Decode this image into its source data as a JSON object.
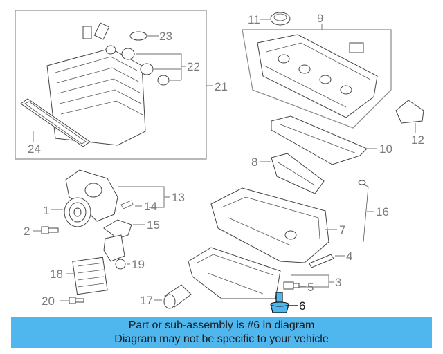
{
  "callouts": {
    "c1": "1",
    "c2": "2",
    "c3": "3",
    "c4": "4",
    "c5": "5",
    "c6": "6",
    "c7": "7",
    "c8": "8",
    "c9": "9",
    "c10": "10",
    "c11": "11",
    "c12": "12",
    "c13": "13",
    "c14": "14",
    "c15": "15",
    "c16": "16",
    "c17": "17",
    "c18": "18",
    "c19": "19",
    "c20": "20",
    "c21": "21",
    "c22": "22",
    "c23": "23",
    "c24": "24"
  },
  "highlight_color": "#4fb6ee",
  "banner": {
    "line1": "Part or sub-assembly is #6 in diagram",
    "line2": "Diagram may not be specific to your vehicle"
  }
}
